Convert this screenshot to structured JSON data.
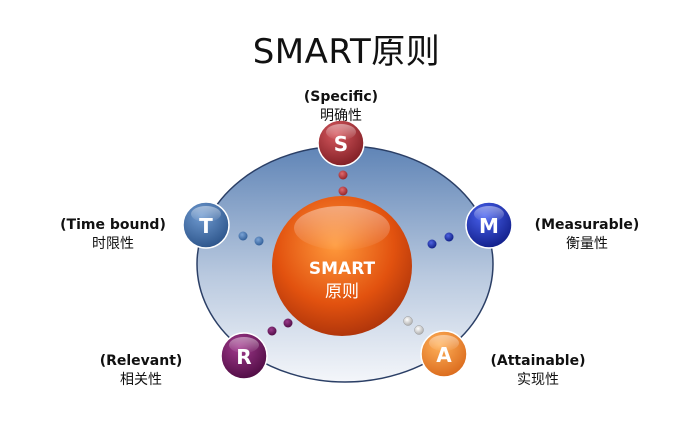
{
  "title": "SMART原则",
  "center": {
    "line1": "SMART",
    "line2": "原则"
  },
  "nodes": [
    {
      "id": "S",
      "letter": "S",
      "label_en": "(Specific)",
      "label_zh": "明确性",
      "color": "#a12d33"
    },
    {
      "id": "M",
      "letter": "M",
      "label_en": "(Measurable)",
      "label_zh": "衡量性",
      "color": "#1a2db0"
    },
    {
      "id": "A",
      "letter": "A",
      "label_en": "(Attainable)",
      "label_zh": "实现性",
      "color": "#e9802a"
    },
    {
      "id": "R",
      "letter": "R",
      "label_en": "(Relevant)",
      "label_zh": "相关性",
      "color": "#6a0f5a"
    },
    {
      "id": "T",
      "letter": "T",
      "label_en": "(Time bound)",
      "label_zh": "时限性",
      "color": "#3d6fa8"
    }
  ]
}
